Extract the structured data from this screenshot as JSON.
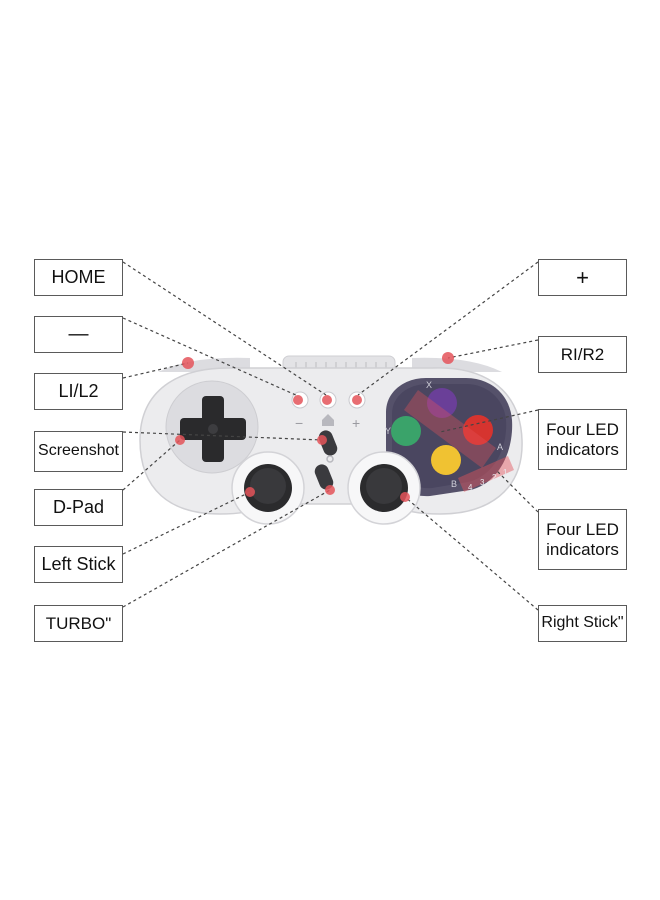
{
  "labels": {
    "home": "HOME",
    "minus": "—",
    "l1l2": "LI/L2",
    "screenshot": "Screenshot",
    "dpad": "D-Pad",
    "left_stick": "Left Stick",
    "turbo": "TURBO\"",
    "plus": "+",
    "r1r2": "RI/R2",
    "led_top_line1": "Four LED",
    "led_top_line2": "indicators",
    "led_bottom_line1": "Four LED",
    "led_bottom_line2": "indicators",
    "right_stick": "Right Stick\""
  },
  "controller": {
    "face_letters": {
      "x": "X",
      "y": "Y",
      "a": "A",
      "b": "B"
    },
    "led_numbers": [
      "4",
      "3",
      "2",
      "1"
    ],
    "minus_symbol": "−",
    "plus_symbol": "+"
  },
  "colors": {
    "body": "#e9e9eb",
    "panel": "#d9d9dd",
    "face_panel": "#4f4b5d",
    "button_x": "#5c3d8a",
    "button_a": "#d6342f",
    "button_b": "#f0c232",
    "button_y": "#3aa36a",
    "marker": "#e4545a",
    "stick": "#2b2b2b"
  }
}
